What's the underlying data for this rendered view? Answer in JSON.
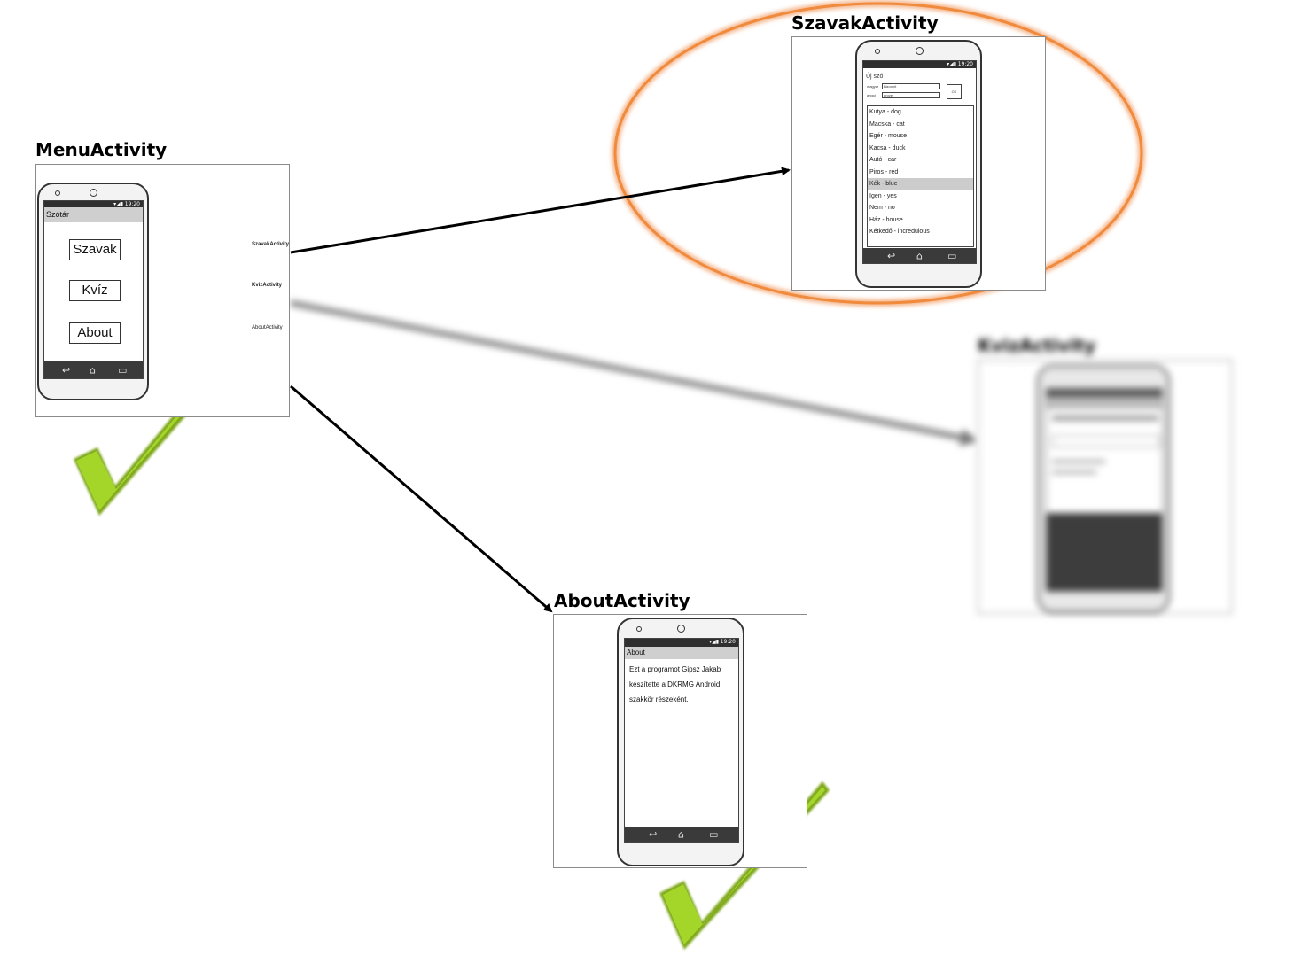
{
  "titles": {
    "menu": "MenuActivity",
    "szavak": "SzavakActivity",
    "kviz": "KvizActivity",
    "about": "AboutActivity"
  },
  "status_time": "19:20",
  "menu_screen": {
    "appbar_title": "Szótár",
    "buttons": [
      "Szavak",
      "Kvíz",
      "About"
    ],
    "arrow_targets": [
      "SzavakActivity",
      "KvizActivity",
      "AboutActivity"
    ]
  },
  "szavak_screen": {
    "heading": "Új szó",
    "field_labels": [
      "magyar",
      "angol"
    ],
    "field_values": [
      "Bizonyít",
      "prove"
    ],
    "ok_label": "OK",
    "words": [
      "Kutya  - dog",
      "Macska - cat",
      "Egér - mouse",
      "Kacsa - duck",
      "Autó - car",
      "Piros - red",
      "Kék - blue",
      "Igen - yes",
      "Nem - no",
      "Ház - house",
      "Kétkedő - incredulous"
    ],
    "selected_index": 6
  },
  "about_screen": {
    "appbar_title": "About",
    "text_lines": [
      "Ezt a programot Gipsz Jakab",
      "készítette a DKRMG Android",
      "szakkör részeként."
    ]
  },
  "colors": {
    "highlight_ellipse": "#f08a3c",
    "checkmark": "#a4d62a",
    "checkmark_shadow": "#7fa81f",
    "arrow": "#000000"
  },
  "icons": [
    "back-icon",
    "home-icon",
    "recents-icon",
    "wifi-signal-icon",
    "battery-icon",
    "checkmark-icon"
  ]
}
